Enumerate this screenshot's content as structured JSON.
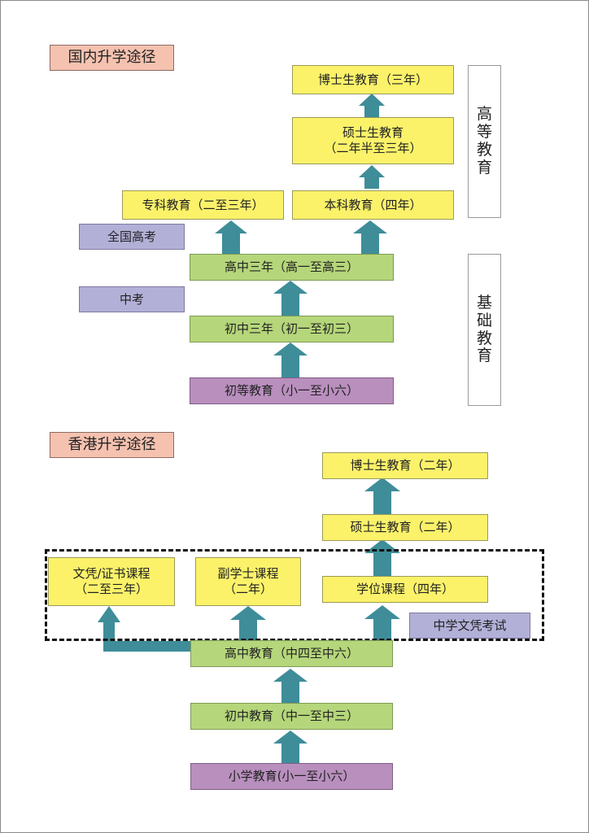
{
  "domestic": {
    "title": "国内升学途径",
    "boxes": {
      "phd": "博士生教育（三年）",
      "master_line1": "硕士生教育",
      "master_line2": "（二年半至三年）",
      "bachelor": "本科教育（四年）",
      "associate": "专科教育（二至三年）",
      "senior_high": "高中三年（高一至高三）",
      "junior_high": "初中三年（初一至初三）",
      "primary": "初等教育（小一至小六）"
    },
    "exams": {
      "gaokao": "全国高考",
      "zhongkao": "中考"
    },
    "side_labels": {
      "higher": [
        "高",
        "等",
        "教",
        "育"
      ],
      "basic": [
        "基",
        "础",
        "教",
        "育"
      ]
    }
  },
  "hongkong": {
    "title": "香港升学途径",
    "boxes": {
      "phd": "博士生教育（二年）",
      "master": "硕士生教育（二年）",
      "degree": "学位课程（四年）",
      "diploma_line1": "文凭/证书课程",
      "diploma_line2": "（二至三年）",
      "associate_line1": "副学士课程",
      "associate_line2": "（二年）",
      "senior_secondary": "高中教育（中四至中六）",
      "junior_secondary": "初中教育（中一至中三）",
      "primary": "小学教育(小一至小六）"
    },
    "exams": {
      "dse": "中学文凭考试"
    }
  },
  "colors": {
    "arrow": "#3e8d99",
    "yellow": "#fbf26a",
    "green": "#b5d67a",
    "purple": "#b98fbe",
    "lavender": "#b3b0d8",
    "title": "#f5c2b0"
  }
}
